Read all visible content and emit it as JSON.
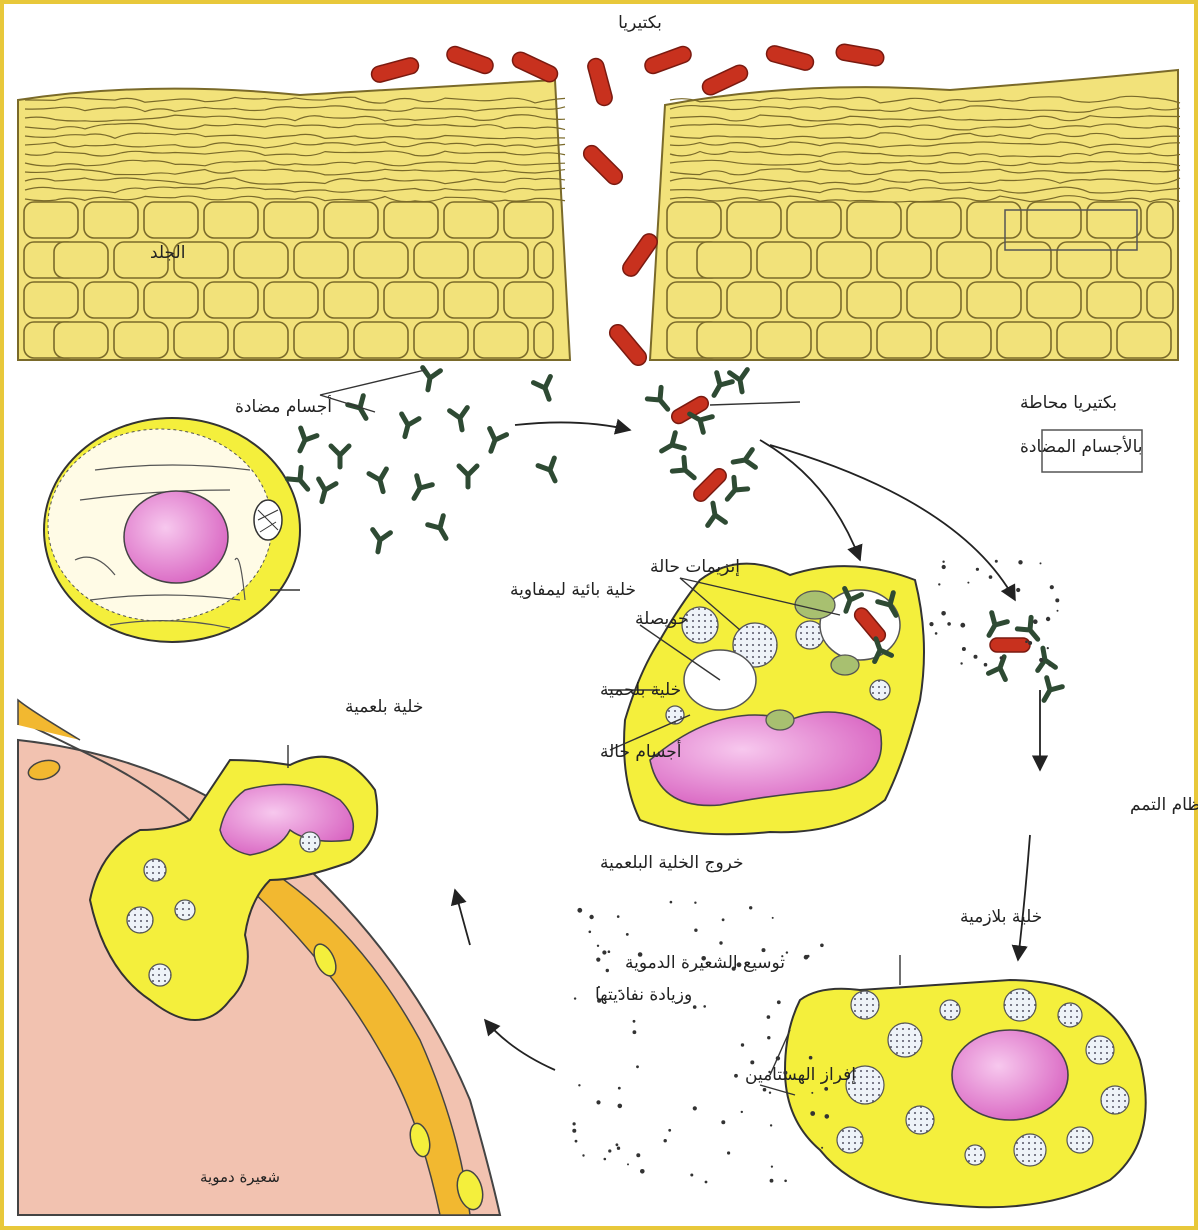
{
  "labels": {
    "bacteria": "بكتيريا",
    "skin": "الجلد",
    "antibodies": "أجسام مضادة",
    "coated_bacteria_1": "بكتيريا محاطة",
    "coated_bacteria_2": "بالأجسام المضادة",
    "lymph_cell": "خلية بائية ليمفاوية",
    "lytic_enzymes": "إنزيمات حالة",
    "vesicle": "حويصلة",
    "phagocyte_left": "خلية بلعمية",
    "phagocyte_center": "خلية بلحمية",
    "lytic_bodies": "أجسام حالة",
    "complement": "تنشيط نظام التمم",
    "exit_phagocyte": "خروج الخلية البلعمية",
    "plasma_cell": "خلية بلازمية",
    "dilate_1": "توسيع الشعيرة الدموية",
    "dilate_2": "وزيادة نفاذيتها",
    "histamine": "إفراز الهستامين",
    "capillary": "شعيرة دموية"
  },
  "colors": {
    "skin": "#f2e27a",
    "skin_stroke": "#7a6a2a",
    "bacteria": "#c8311e",
    "antibody": "#2e4a33",
    "cell": "#f4ef3c",
    "nucleus": "#e070c8",
    "capillary": "#f2c2b0",
    "vessel_cell": "#f2b830"
  }
}
